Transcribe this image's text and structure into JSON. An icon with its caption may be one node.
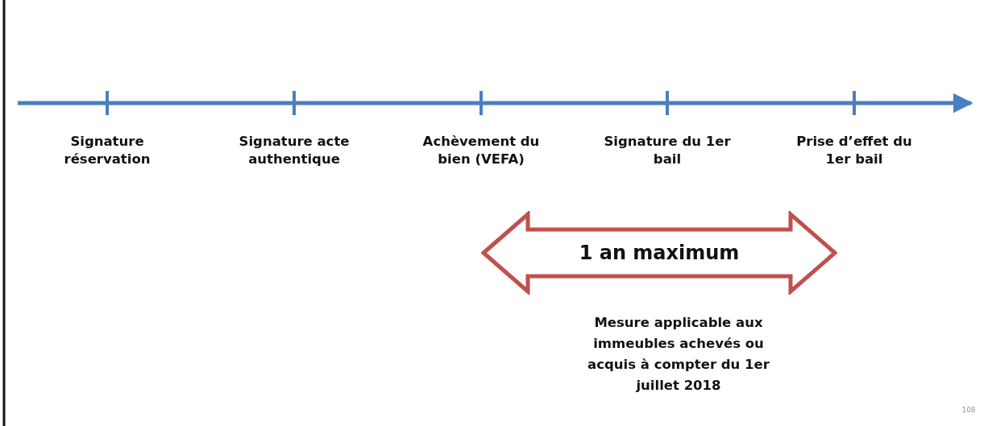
{
  "diagram": {
    "nodes": [
      {
        "text": [
          "1 an maximum"
        ]
      }
    ],
    "labels": [
      "Signature réservation",
      "Signature acte authentique",
      "Achèvement du bien (VEFA)",
      "Signature du 1er bail",
      "Prise d’effet du 1er bail",
      "Mesure applicable aux immeubles achevés ou acquis à compter du 1er juillet 2018",
      "108"
    ]
  }
}
